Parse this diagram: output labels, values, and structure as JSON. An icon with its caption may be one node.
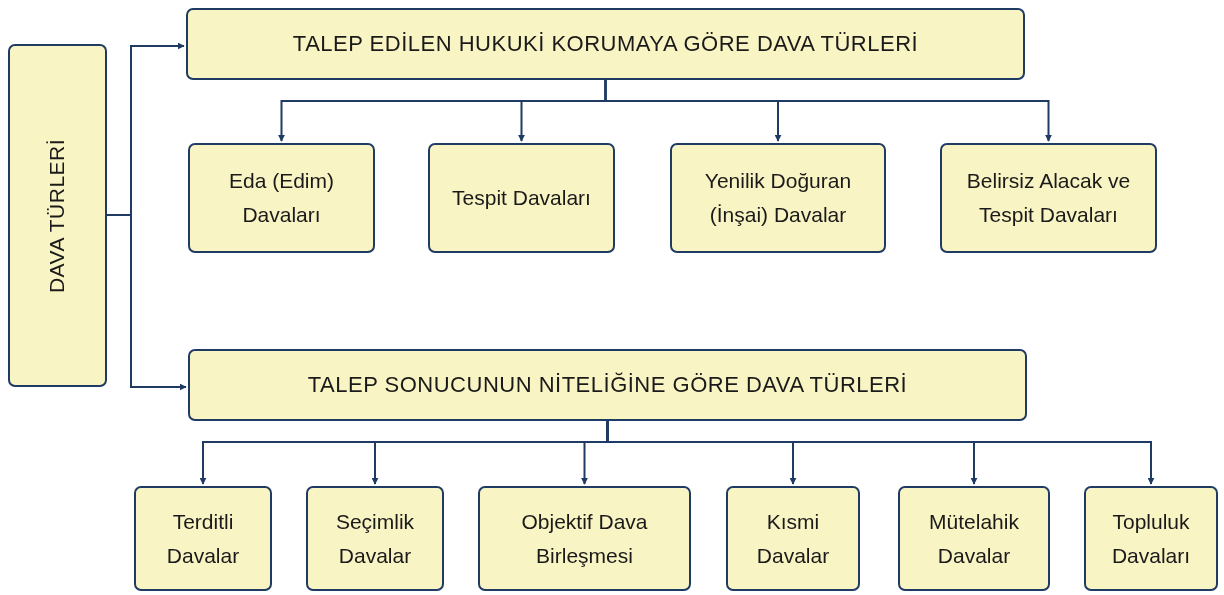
{
  "diagram": {
    "nodes": [
      {
        "text": [
          "DAVA TÜRLERİ"
        ]
      },
      {
        "text": [
          "TALEP EDİLEN HUKUKİ KORUMAYA GÖRE DAVA TÜRLERİ"
        ]
      },
      {
        "text": [
          "Eda (Edim) Davaları"
        ]
      },
      {
        "text": [
          "Tespit Davaları"
        ]
      },
      {
        "text": [
          "Yenilik Doğuran (İnşai) Davalar"
        ]
      },
      {
        "text": [
          "Belirsiz Alacak ve Tespit Davaları"
        ]
      },
      {
        "text": [
          "TALEP SONUCUNUN NİTELİĞİNE GÖRE DAVA TÜRLERİ"
        ]
      },
      {
        "text": [
          "Terditli Davalar"
        ]
      },
      {
        "text": [
          "Seçimlik Davalar"
        ]
      },
      {
        "text": [
          "Objektif Dava Birleşmesi"
        ]
      },
      {
        "text": [
          "Kısmi Davalar"
        ]
      },
      {
        "text": [
          "Mütelahik Davalar"
        ]
      },
      {
        "text": [
          "Topluluk Davaları"
        ]
      }
    ],
    "edges": [
      {
        "from": 0,
        "to": 1,
        "arrow": "to"
      },
      {
        "from": 0,
        "to": 6,
        "arrow": "to"
      },
      {
        "from": 1,
        "to": 2,
        "arrow": "to"
      },
      {
        "from": 1,
        "to": 3,
        "arrow": "to"
      },
      {
        "from": 1,
        "to": 4,
        "arrow": "to"
      },
      {
        "from": 1,
        "to": 5,
        "arrow": "to"
      },
      {
        "from": 6,
        "to": 7,
        "arrow": "to"
      },
      {
        "from": 6,
        "to": 8,
        "arrow": "to"
      },
      {
        "from": 6,
        "to": 9,
        "arrow": "to"
      },
      {
        "from": 6,
        "to": 10,
        "arrow": "to"
      },
      {
        "from": 6,
        "to": 11,
        "arrow": "to"
      },
      {
        "from": 6,
        "to": 12,
        "arrow": "to"
      }
    ]
  }
}
